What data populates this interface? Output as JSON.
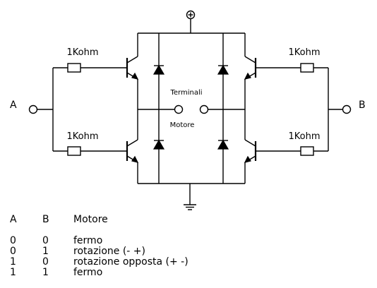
{
  "circuit": {
    "input_a_label": "A",
    "input_b_label": "B",
    "resistor_label": "1Kohm",
    "supply_symbol": "+",
    "terminals_label": "Terminali",
    "motor_label": "Motore"
  },
  "truth_table": {
    "headers": [
      "A",
      "B",
      "Motore"
    ],
    "rows": [
      [
        "0",
        "0",
        "fermo"
      ],
      [
        "0",
        "1",
        "rotazione (- +)"
      ],
      [
        "1",
        "0",
        "rotazione opposta (+ -)"
      ],
      [
        "1",
        "1",
        "fermo"
      ]
    ]
  }
}
